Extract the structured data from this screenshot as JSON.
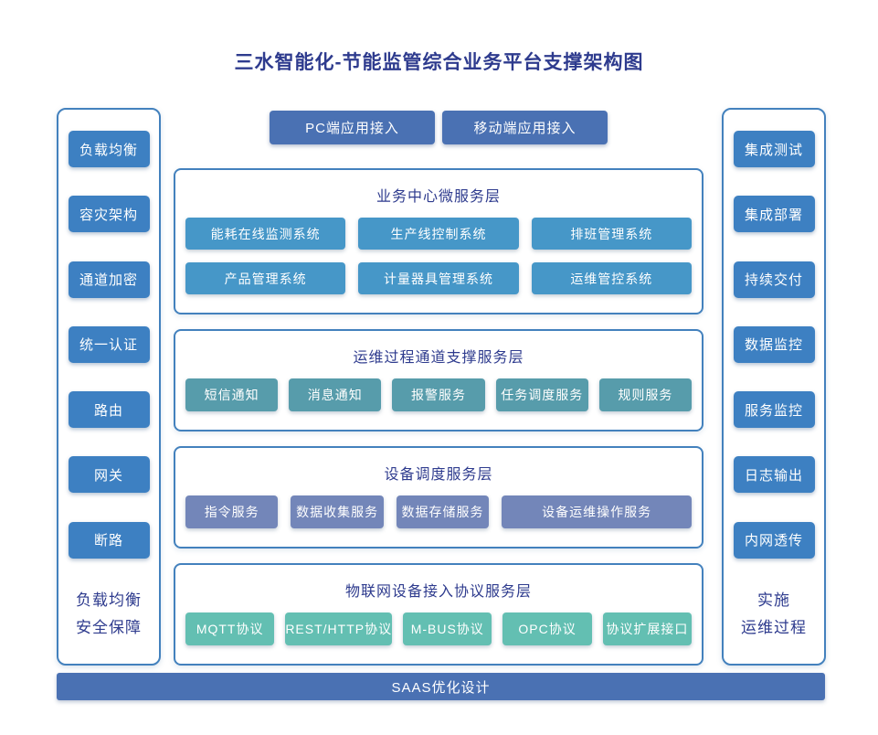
{
  "title": "三水智能化-节能监管综合业务平台支撑架构图",
  "colors": {
    "title_text": "#2e3b8e",
    "panel_border": "#4381bd",
    "sidebar_button": "#3d80c2",
    "access_button": "#4a71b3",
    "bottom_bar": "#4a71b3",
    "layer1_button": "#4697c8",
    "layer2_button": "#579cab",
    "layer3_button": "#7386b9",
    "layer4_button": "#63bfb2"
  },
  "left_panel": {
    "items": [
      "负载均衡",
      "容灾架构",
      "通道加密",
      "统一认证",
      "路由",
      "网关",
      "断路"
    ],
    "caption_line1": "负载均衡",
    "caption_line2": "安全保障"
  },
  "right_panel": {
    "items": [
      "集成测试",
      "集成部署",
      "持续交付",
      "数据监控",
      "服务监控",
      "日志输出",
      "内网透传"
    ],
    "caption_line1": "实施",
    "caption_line2": "运维过程"
  },
  "top_buttons": [
    "PC端应用接入",
    "移动端应用接入"
  ],
  "layers": [
    {
      "title": "业务中心微服务层",
      "rows": [
        [
          "能耗在线监测系统",
          "生产线控制系统",
          "排班管理系统"
        ],
        [
          "产品管理系统",
          "计量器具管理系统",
          "运维管控系统"
        ]
      ]
    },
    {
      "title": "运维过程通道支撑服务层",
      "rows": [
        [
          "短信通知",
          "消息通知",
          "报警服务",
          "任务调度服务",
          "规则服务"
        ]
      ]
    },
    {
      "title": "设备调度服务层",
      "rows": [
        [
          "指令服务",
          "数据收集服务",
          "数据存储服务",
          "设备运维操作服务"
        ]
      ]
    },
    {
      "title": "物联网设备接入协议服务层",
      "rows": [
        [
          "MQTT协议",
          "REST/HTTP协议",
          "M-BUS协议",
          "OPC协议",
          "协议扩展接口"
        ]
      ]
    }
  ],
  "bottom_bar": "SAAS优化设计"
}
